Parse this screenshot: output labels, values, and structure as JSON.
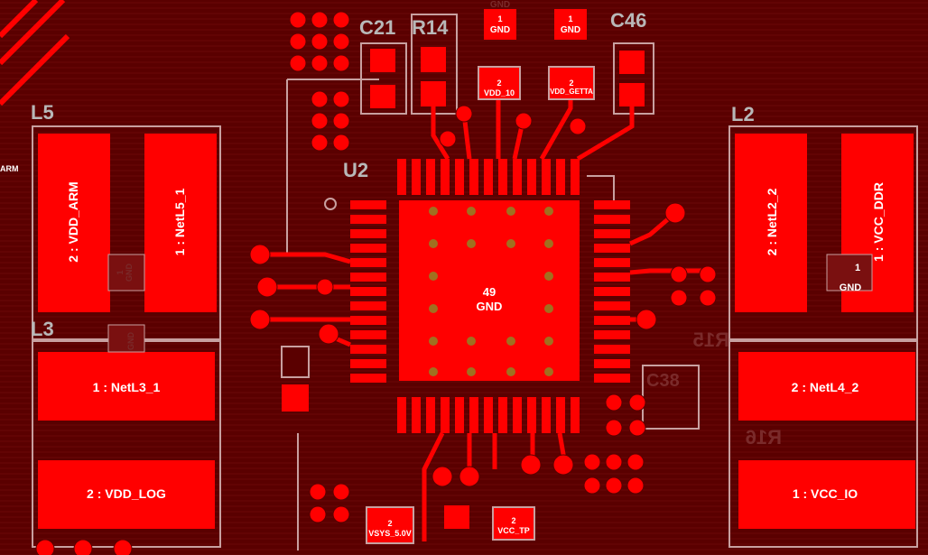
{
  "board": {
    "background": "#5a0000",
    "copper_color": "#ff0000",
    "outline_color": "#c8a0a0",
    "via_color": "#a07070"
  },
  "designators": {
    "c21": "C21",
    "r14": "R14",
    "c46": "C46",
    "l5": "L5",
    "l2": "L2",
    "l3": "L3",
    "u2": "U2",
    "c38": "C38"
  },
  "ghost_labels": {
    "r15": "R15",
    "r16": "R16"
  },
  "pads": {
    "gnd_top_left": "GND",
    "gnd_top_left_num": "1",
    "gnd_top_right": "GND",
    "gnd_top_right_num": "1",
    "gnd_top_partial": "GND",
    "vdd_10": "VDD_10",
    "vdd_10_num": "2",
    "vdd_getta": "VDD_GETTA",
    "vdd_getta_num": "2",
    "l5_vdd_arm": "2 : VDD_ARM",
    "l5_netl5_1": "1 : NetL5_1",
    "l2_netl2_2": "2 : NetL2_2",
    "l2_vcc_ddr": "1 : VCC_DDR",
    "l3_netl3_1": "1 : NetL3_1",
    "l3_vdd_log": "2 : VDD_LOG",
    "l4_netl4_2": "2 : NetL4_2",
    "l4_vcc_io": "1 : VCC_IO",
    "u2_exposed_num": "49",
    "u2_exposed_net": "GND",
    "vsys": "VSYS_5.0V",
    "vsys_num": "2",
    "vcc_tp": "VCC_TP",
    "vcc_tp_num": "2",
    "gnd_right_small": "GND",
    "gnd_right_small_num": "1",
    "gnd_left_small": "GND",
    "gnd_left_small_num": "1",
    "gnd_l3_small": "GND",
    "arm_edge": "ARM"
  }
}
